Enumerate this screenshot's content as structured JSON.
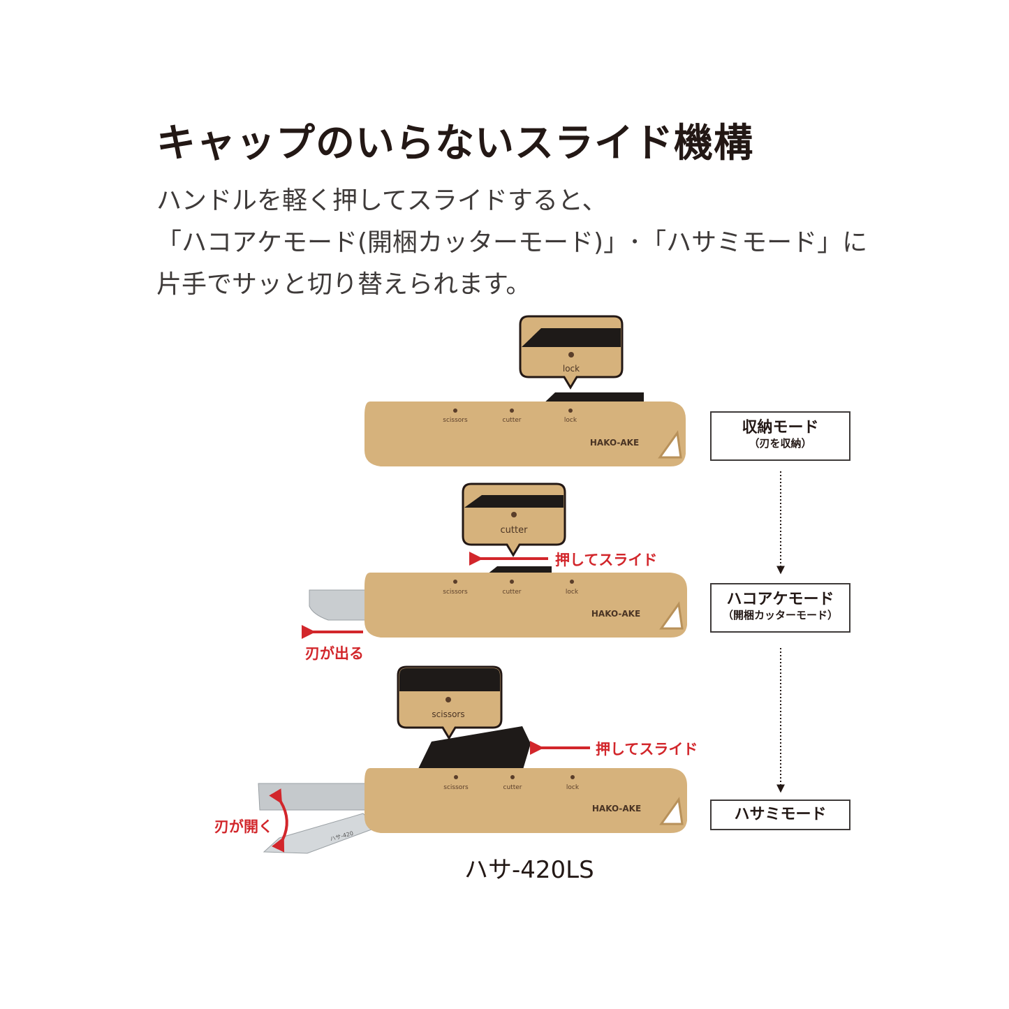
{
  "heading": "キャップのいらないスライド機構",
  "description": [
    "ハンドルを軽く押してスライドすると、",
    "「ハコアケモード(開梱カッターモード)」･「ハサミモード」に",
    "片手でサッと切り替えられます。"
  ],
  "colors": {
    "body": "#d6b27c",
    "accent_red": "#d2262b",
    "text": "#231815",
    "slider": "#1e1a18"
  },
  "product": {
    "brand_mark": "HAKO-AKE",
    "positions": [
      "scissors",
      "cutter",
      "lock"
    ],
    "model": "ハサ-420LS",
    "blade_imprint": "ハサ-420"
  },
  "states": [
    {
      "callout": "lock",
      "mode_title": "収納モード",
      "mode_sub": "（刃を収納）"
    },
    {
      "callout": "cutter",
      "mode_title": "ハコアケモード",
      "mode_sub": "（開梱カッターモード）",
      "push_label": "押してスライド",
      "blade_label": "刃が出る"
    },
    {
      "callout": "scissors",
      "mode_title": "ハサミモード",
      "push_label": "押してスライド",
      "blade_label": "刃が開く"
    }
  ]
}
